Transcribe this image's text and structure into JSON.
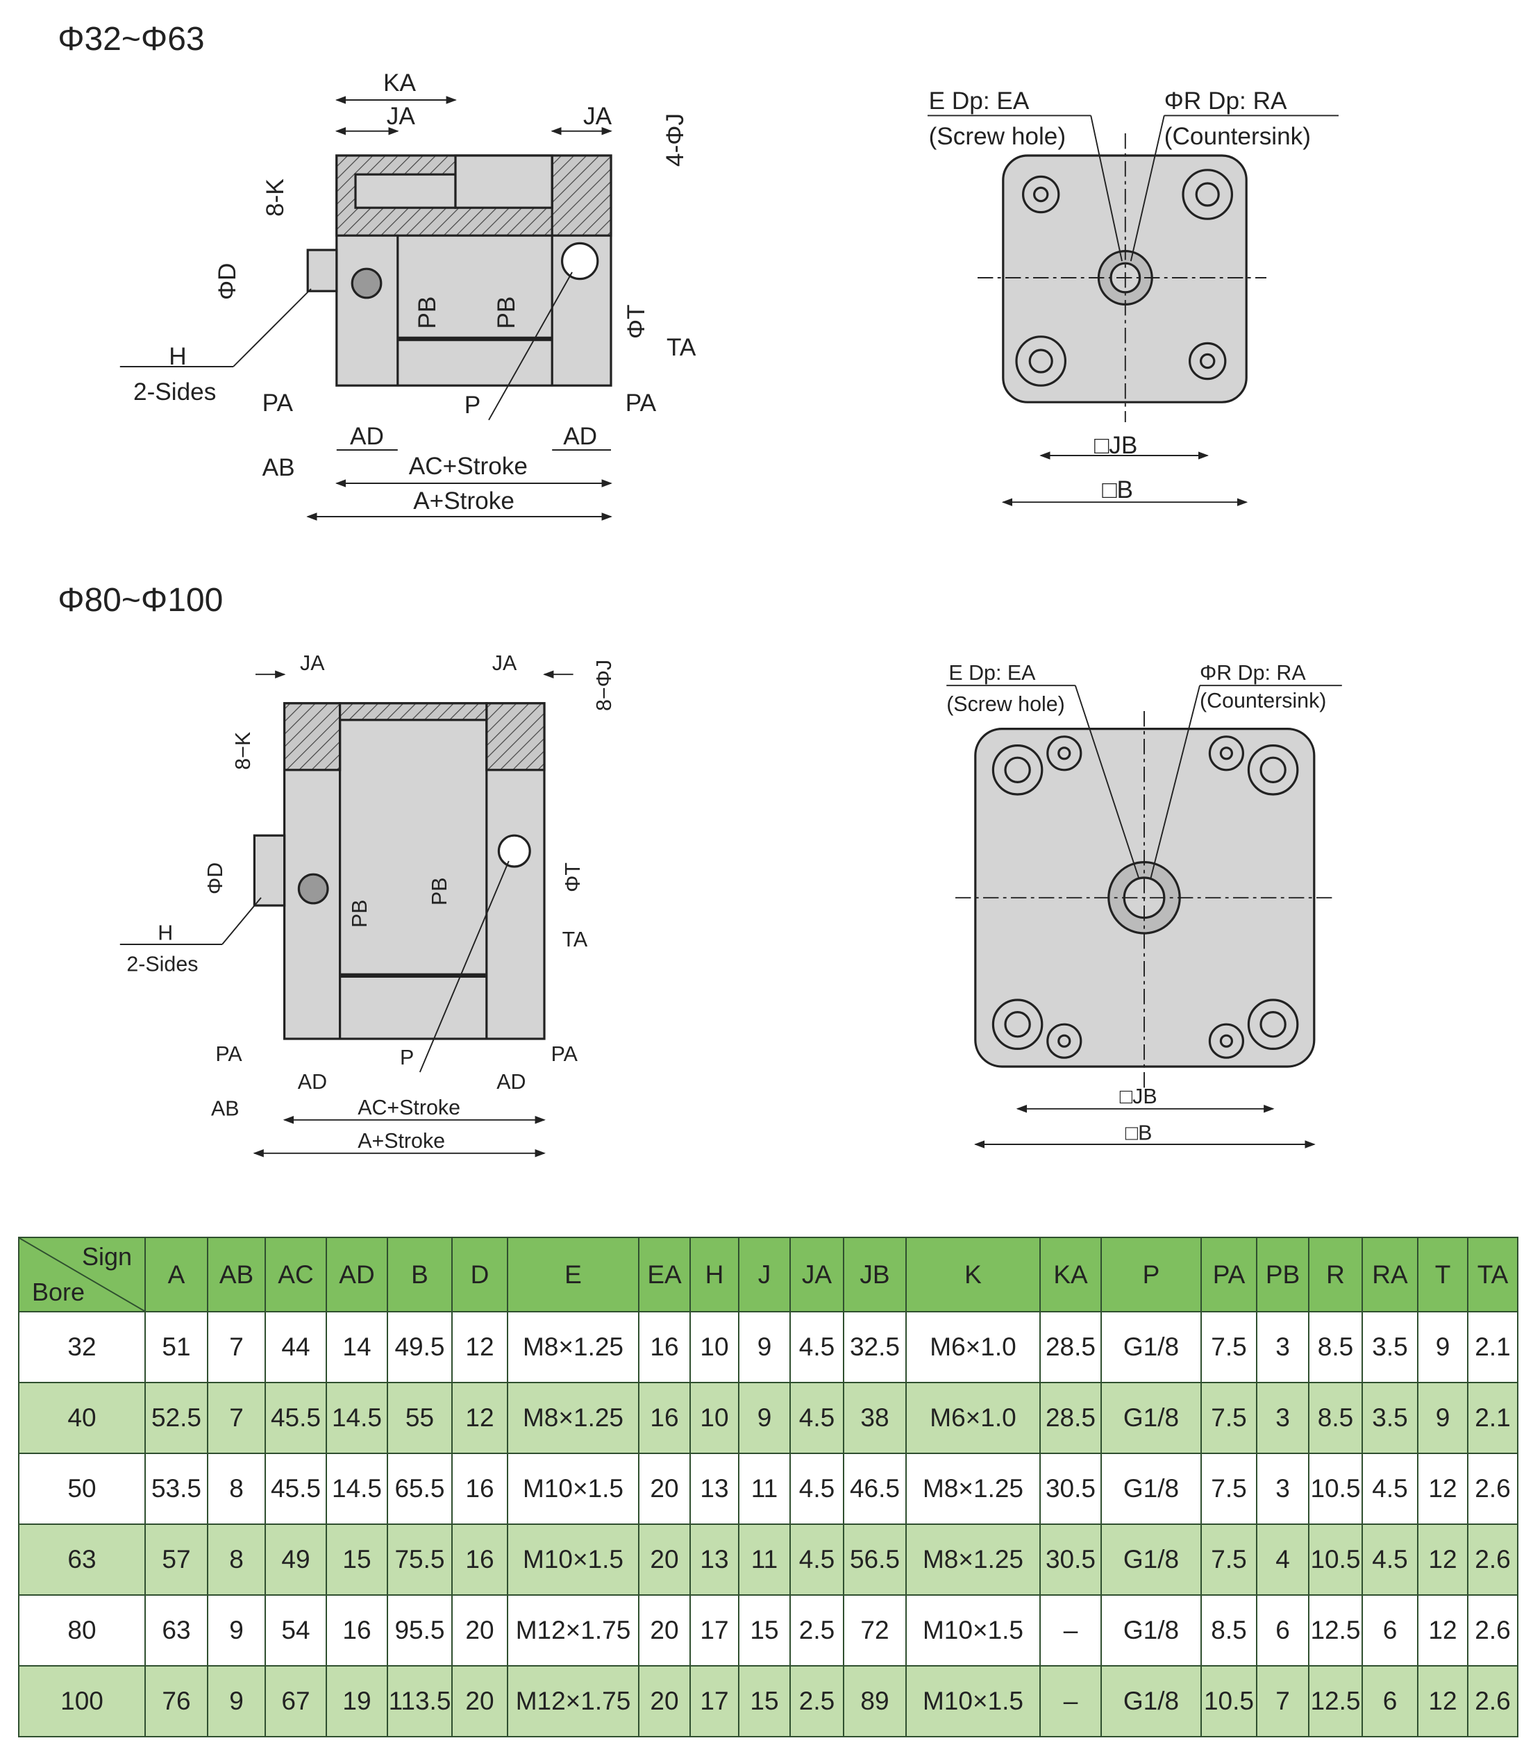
{
  "sections": {
    "small_title": "Φ32~Φ63",
    "large_title": "Φ80~Φ100"
  },
  "side_labels": {
    "KA": "KA",
    "JA": "JA",
    "J4": "4-ΦJ",
    "J8": "8−ΦJ",
    "K8": "8-K",
    "K8b": "8−K",
    "D": "ΦD",
    "H": "H",
    "sides": "2-Sides",
    "PB": "PB",
    "T": "ΦT",
    "TA": "TA",
    "PA": "PA",
    "AD": "AD",
    "P": "P",
    "AB": "AB",
    "AC": "AC+Stroke",
    "A": "A+Stroke"
  },
  "end_labels": {
    "E": "E Dp: EA",
    "screw": "(Screw hole)",
    "R": "ΦR Dp: RA",
    "counter": "(Countersink)",
    "JB": "□JB",
    "B": "□B"
  },
  "table": {
    "corner_top": "Sign",
    "corner_bottom": "Bore",
    "columns": [
      "A",
      "AB",
      "AC",
      "AD",
      "B",
      "D",
      "E",
      "EA",
      "H",
      "J",
      "JA",
      "JB",
      "K",
      "KA",
      "P",
      "PA",
      "PB",
      "R",
      "RA",
      "T",
      "TA"
    ],
    "rows": [
      [
        "32",
        "51",
        "7",
        "44",
        "14",
        "49.5",
        "12",
        "M8×1.25",
        "16",
        "10",
        "9",
        "4.5",
        "32.5",
        "M6×1.0",
        "28.5",
        "G1/8",
        "7.5",
        "3",
        "8.5",
        "3.5",
        "9",
        "2.1"
      ],
      [
        "40",
        "52.5",
        "7",
        "45.5",
        "14.5",
        "55",
        "12",
        "M8×1.25",
        "16",
        "10",
        "9",
        "4.5",
        "38",
        "M6×1.0",
        "28.5",
        "G1/8",
        "7.5",
        "3",
        "8.5",
        "3.5",
        "9",
        "2.1"
      ],
      [
        "50",
        "53.5",
        "8",
        "45.5",
        "14.5",
        "65.5",
        "16",
        "M10×1.5",
        "20",
        "13",
        "11",
        "4.5",
        "46.5",
        "M8×1.25",
        "30.5",
        "G1/8",
        "7.5",
        "3",
        "10.5",
        "4.5",
        "12",
        "2.6"
      ],
      [
        "63",
        "57",
        "8",
        "49",
        "15",
        "75.5",
        "16",
        "M10×1.5",
        "20",
        "13",
        "11",
        "4.5",
        "56.5",
        "M8×1.25",
        "30.5",
        "G1/8",
        "7.5",
        "4",
        "10.5",
        "4.5",
        "12",
        "2.6"
      ],
      [
        "80",
        "63",
        "9",
        "54",
        "16",
        "95.5",
        "20",
        "M12×1.75",
        "20",
        "17",
        "15",
        "2.5",
        "72",
        "M10×1.5",
        "–",
        "G1/8",
        "8.5",
        "6",
        "12.5",
        "6",
        "12",
        "2.6"
      ],
      [
        "100",
        "76",
        "9",
        "67",
        "19",
        "113.5",
        "20",
        "M12×1.75",
        "20",
        "17",
        "15",
        "2.5",
        "89",
        "M10×1.5",
        "–",
        "G1/8",
        "10.5",
        "7",
        "12.5",
        "6",
        "12",
        "2.6"
      ]
    ]
  },
  "colors": {
    "header_green": "#7fbf5f",
    "alt_row_green": "#c3deae",
    "part_gray": "#d4d4d4"
  }
}
